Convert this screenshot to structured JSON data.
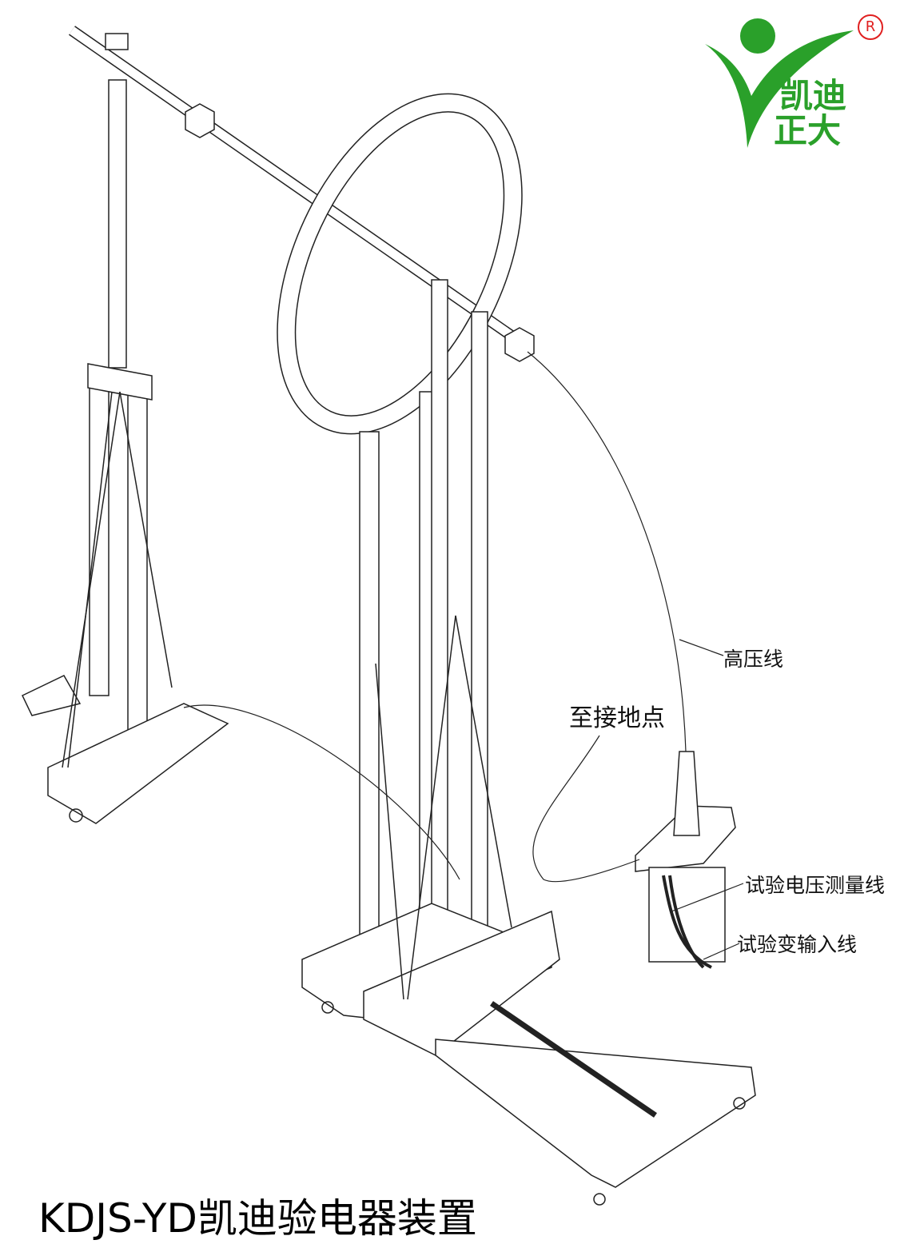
{
  "logo": {
    "text_line1": "凯迪",
    "text_line2": "正大",
    "registered_mark": "R",
    "brand_color": "#2aa02a",
    "mark_color": "#e02020"
  },
  "labels": {
    "high_voltage_wire": "高压线",
    "to_ground_point": "至接地点",
    "test_voltage_measure_wire": "试验电压测量线",
    "test_transformer_input_wire": "试验变输入线"
  },
  "title": "KDJS-YD凯迪验电器装置"
}
